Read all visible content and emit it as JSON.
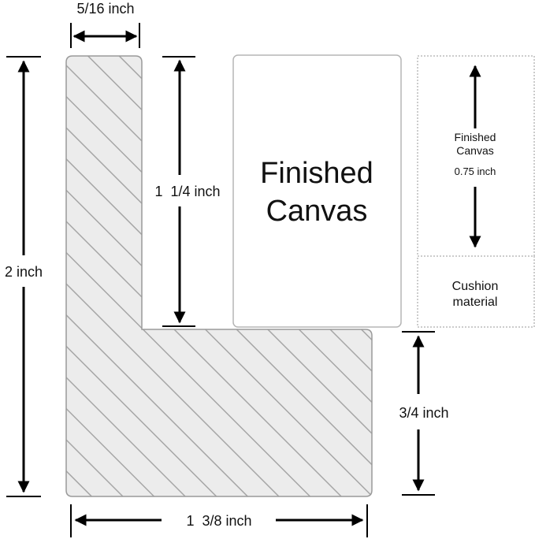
{
  "labels": {
    "frame_width": "5/16 inch",
    "rabbet_depth": "1  1/4 inch",
    "total_height": "2 inch",
    "lip_height": "3/4 inch",
    "total_width": "1  3/8 inch"
  },
  "canvas": {
    "line1": "Finished",
    "line2": "Canvas"
  },
  "side_panel": {
    "title_line1": "Finished",
    "title_line2": "Canvas",
    "thickness": "0.75 inch",
    "cushion_line1": "Cushion",
    "cushion_line2": "material"
  },
  "colors": {
    "profile_fill": "#ececec",
    "hatch": "#a6a6a6",
    "outline": "#9a9a9a",
    "arrow": "#000000",
    "dashed_border": "#9a9a9a"
  }
}
